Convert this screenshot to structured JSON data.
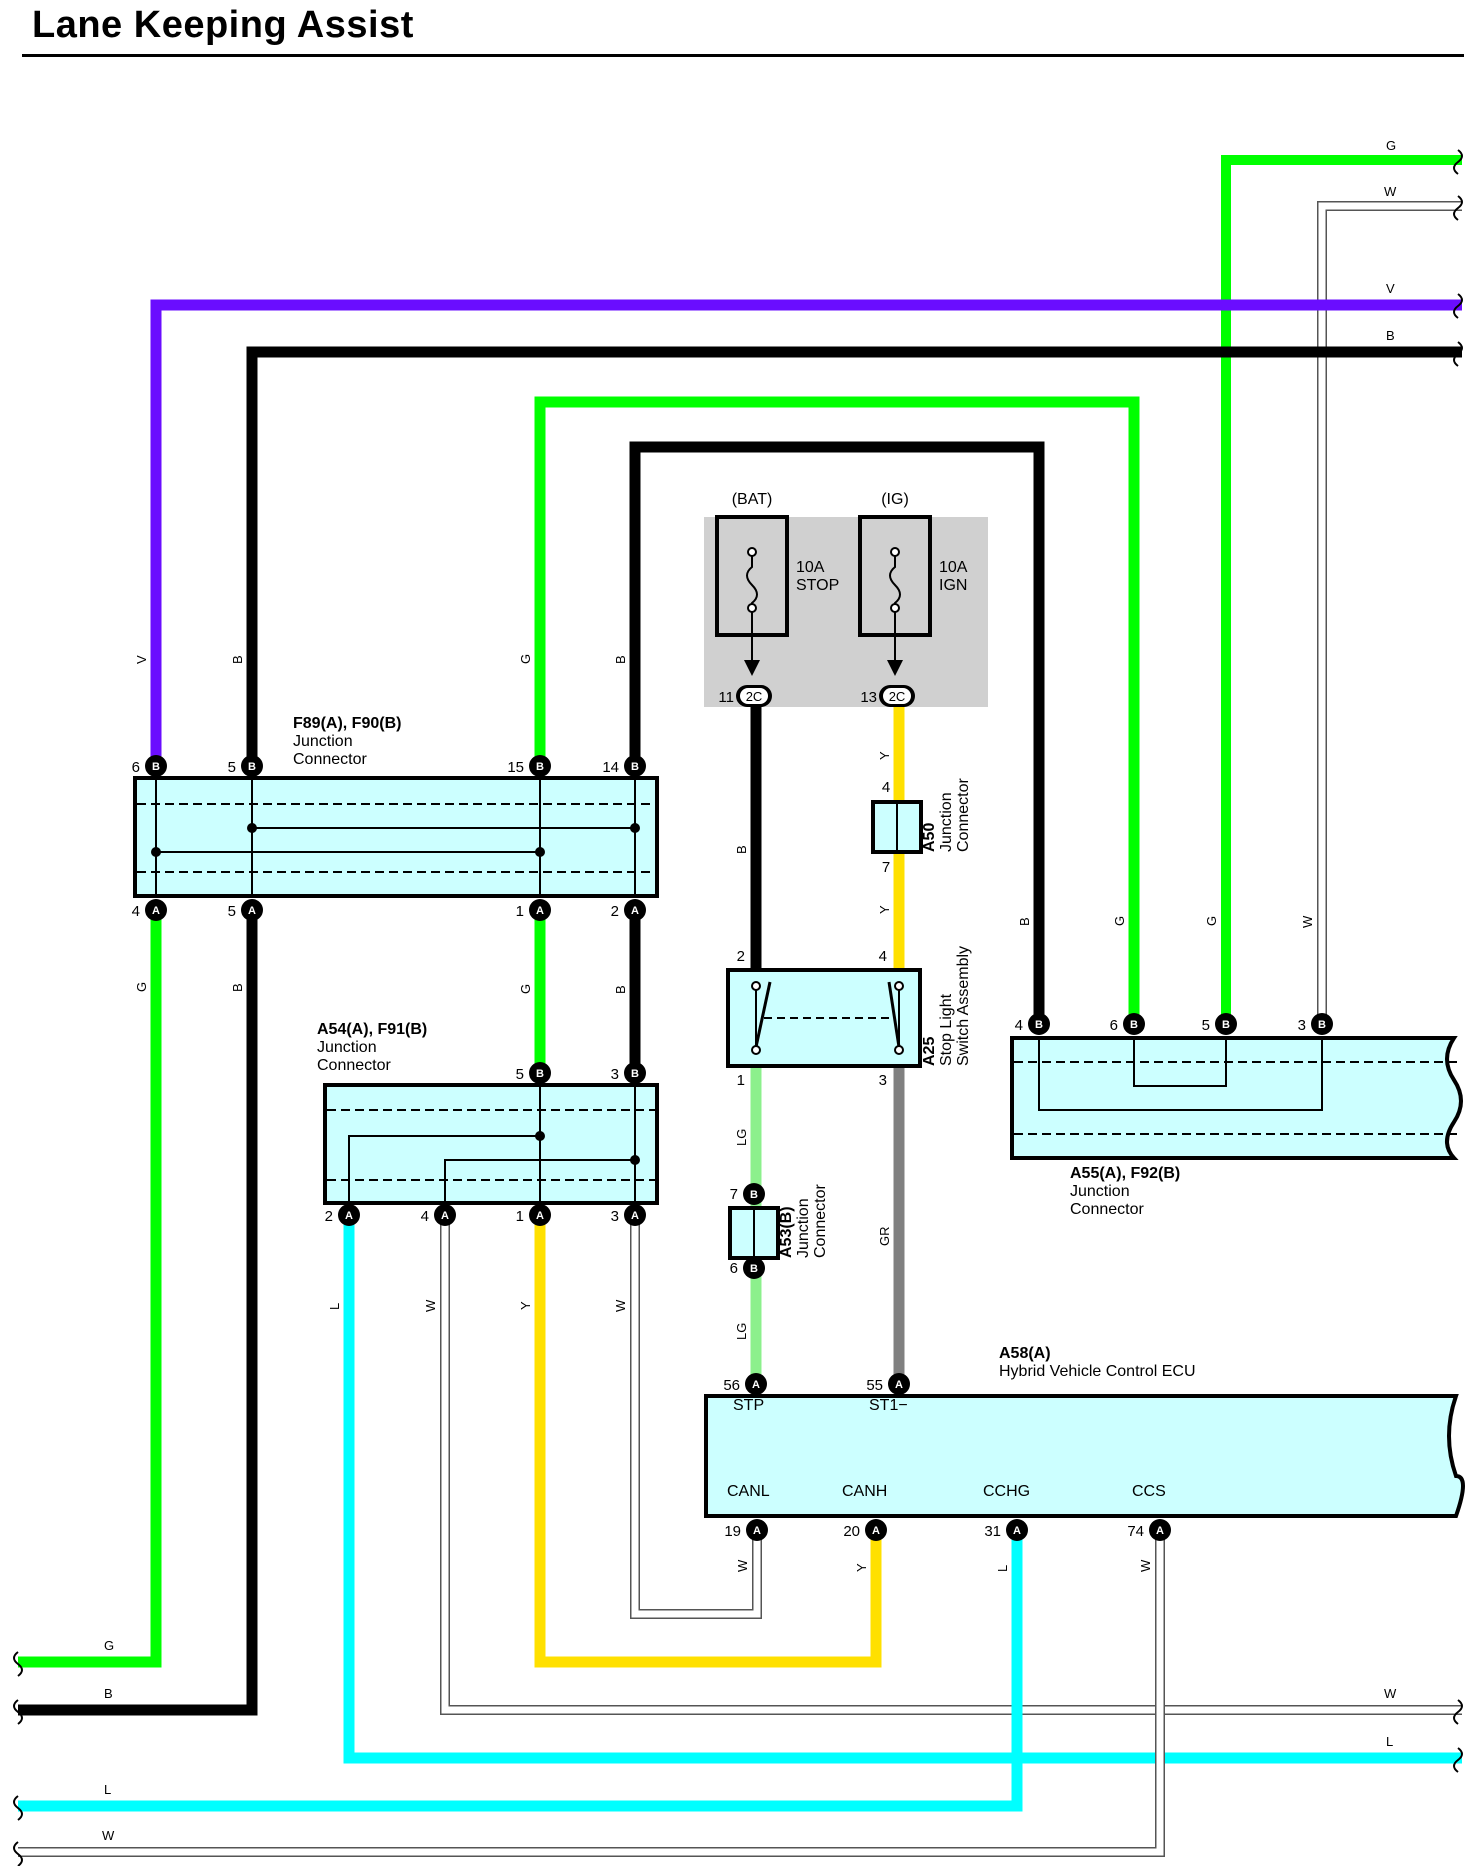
{
  "title": "Lane Keeping Assist",
  "colors": {
    "G": "#00ff00",
    "V": "#6a0dff",
    "B": "#000000",
    "W": "#ffffff",
    "Y": "#ffe000",
    "L": "#00ffff",
    "LG": "#8cf08c",
    "GR": "#808080",
    "connector_fill": "#ccffff",
    "fuse_box_fill": "#d0d0d0"
  },
  "fuse_box": {
    "bat_label": "(BAT)",
    "ig_label": "(IG)",
    "fuse_stop_amp": "10A",
    "fuse_stop_name": "STOP",
    "fuse_ign_amp": "10A",
    "fuse_ign_name": "IGN",
    "pin_11": "11",
    "pin_13": "13",
    "conn_2c": "2C"
  },
  "connectors": {
    "f89": {
      "ref": "F89(A), F90(B)",
      "name_1": "Junction",
      "name_2": "Connector",
      "top_pins": [
        "6",
        "5",
        "15",
        "14"
      ],
      "bottom_pins": [
        "4",
        "5",
        "1",
        "2"
      ]
    },
    "a54": {
      "ref": "A54(A), F91(B)",
      "name_1": "Junction",
      "name_2": "Connector",
      "top_pins": [
        "5",
        "3"
      ],
      "bottom_pins": [
        "2",
        "4",
        "1",
        "3"
      ]
    },
    "a55": {
      "ref": "A55(A), F92(B)",
      "name_1": "Junction",
      "name_2": "Connector",
      "top_pins": [
        "4",
        "6",
        "5",
        "3"
      ]
    },
    "a50": {
      "ref": "A50",
      "name_1": "Junction",
      "name_2": "Connector",
      "pin_top": "4",
      "pin_bottom": "7"
    },
    "a53": {
      "ref": "A53(B)",
      "name_1": "Junction",
      "name_2": "Connector",
      "pin_top": "7",
      "pin_bottom": "6"
    },
    "a25": {
      "ref": "A25",
      "name_1": "Stop Light",
      "name_2": "Switch Assembly",
      "pin_2": "2",
      "pin_4": "4",
      "pin_1": "1",
      "pin_3": "3"
    },
    "a58": {
      "ref": "A58(A)",
      "name": "Hybrid Vehicle Control ECU",
      "top_pins": [
        {
          "num": "56",
          "signal": "STP"
        },
        {
          "num": "55",
          "signal": "ST1−"
        }
      ],
      "bottom_pins": [
        {
          "num": "19",
          "signal": "CANL"
        },
        {
          "num": "20",
          "signal": "CANH"
        },
        {
          "num": "31",
          "signal": "CCHG"
        },
        {
          "num": "74",
          "signal": "CCS"
        }
      ]
    }
  },
  "pin_letters": {
    "A": "A",
    "B": "B"
  },
  "wire_codes": {
    "G": "G",
    "W": "W",
    "V": "V",
    "B": "B",
    "Y": "Y",
    "L": "L",
    "LG": "LG",
    "GR": "GR"
  }
}
